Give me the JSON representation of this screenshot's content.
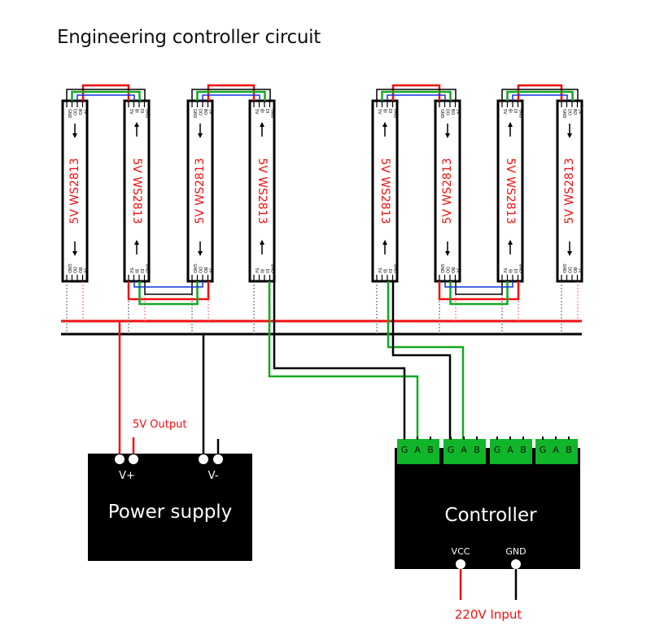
{
  "title": "Engineering controller circuit",
  "colors": {
    "power": "#ee1111",
    "ground": "#000000",
    "data": "#11aa22",
    "backup": "#1133dd",
    "terminal": "#11b52a",
    "box": "#000000"
  },
  "strips": [
    {
      "label": "5V WS2813",
      "direction": "down",
      "pins_top": [
        "GND",
        "DO",
        "BO",
        "5V"
      ],
      "pins_bottom": [
        "GND",
        "DO",
        "BO",
        "5V"
      ]
    },
    {
      "label": "5V WS2813",
      "direction": "up",
      "pins_top": [
        "5V",
        "BI",
        "DI",
        "GND"
      ],
      "pins_bottom": [
        "5V",
        "BI",
        "DI",
        "GND"
      ]
    },
    {
      "label": "5V WS2813",
      "direction": "down",
      "pins_top": [
        "GND",
        "DO",
        "BO",
        "5V"
      ],
      "pins_bottom": [
        "GND",
        "DO",
        "BO",
        "5V"
      ]
    },
    {
      "label": "5V WS2813",
      "direction": "up",
      "pins_top": [
        "5V",
        "BI",
        "DI",
        "GND"
      ],
      "pins_bottom": [
        "5V",
        "BI",
        "DI",
        "GND"
      ]
    },
    {
      "label": "5V WS2813",
      "direction": "up",
      "pins_top": [
        "5V",
        "BI",
        "DI",
        "GND"
      ],
      "pins_bottom": [
        "5V",
        "BI",
        "DI",
        "GND"
      ]
    },
    {
      "label": "5V WS2813",
      "direction": "down",
      "pins_top": [
        "GND",
        "DO",
        "BO",
        "5V"
      ],
      "pins_bottom": [
        "GND",
        "DO",
        "BO",
        "5V"
      ]
    },
    {
      "label": "5V WS2813",
      "direction": "up",
      "pins_top": [
        "5V",
        "BI",
        "DI",
        "GND"
      ],
      "pins_bottom": [
        "5V",
        "BI",
        "DI",
        "GND"
      ]
    },
    {
      "label": "5V WS2813",
      "direction": "down",
      "pins_top": [
        "GND",
        "DO",
        "BO",
        "5V"
      ],
      "pins_bottom": [
        "GND",
        "DO",
        "BO",
        "5V"
      ]
    }
  ],
  "power_supply": {
    "label": "Power supply",
    "vplus": "V+",
    "vminus": "V-",
    "output_label": "5V Output"
  },
  "controller": {
    "label": "Controller",
    "ports": [
      {
        "pins": [
          "G",
          "A",
          "B"
        ]
      },
      {
        "pins": [
          "G",
          "A",
          "B"
        ]
      },
      {
        "pins": [
          "G",
          "A",
          "B"
        ]
      },
      {
        "pins": [
          "G",
          "A",
          "B"
        ]
      }
    ],
    "vcc": "VCC",
    "gnd": "GND",
    "input_label": "220V Input"
  }
}
